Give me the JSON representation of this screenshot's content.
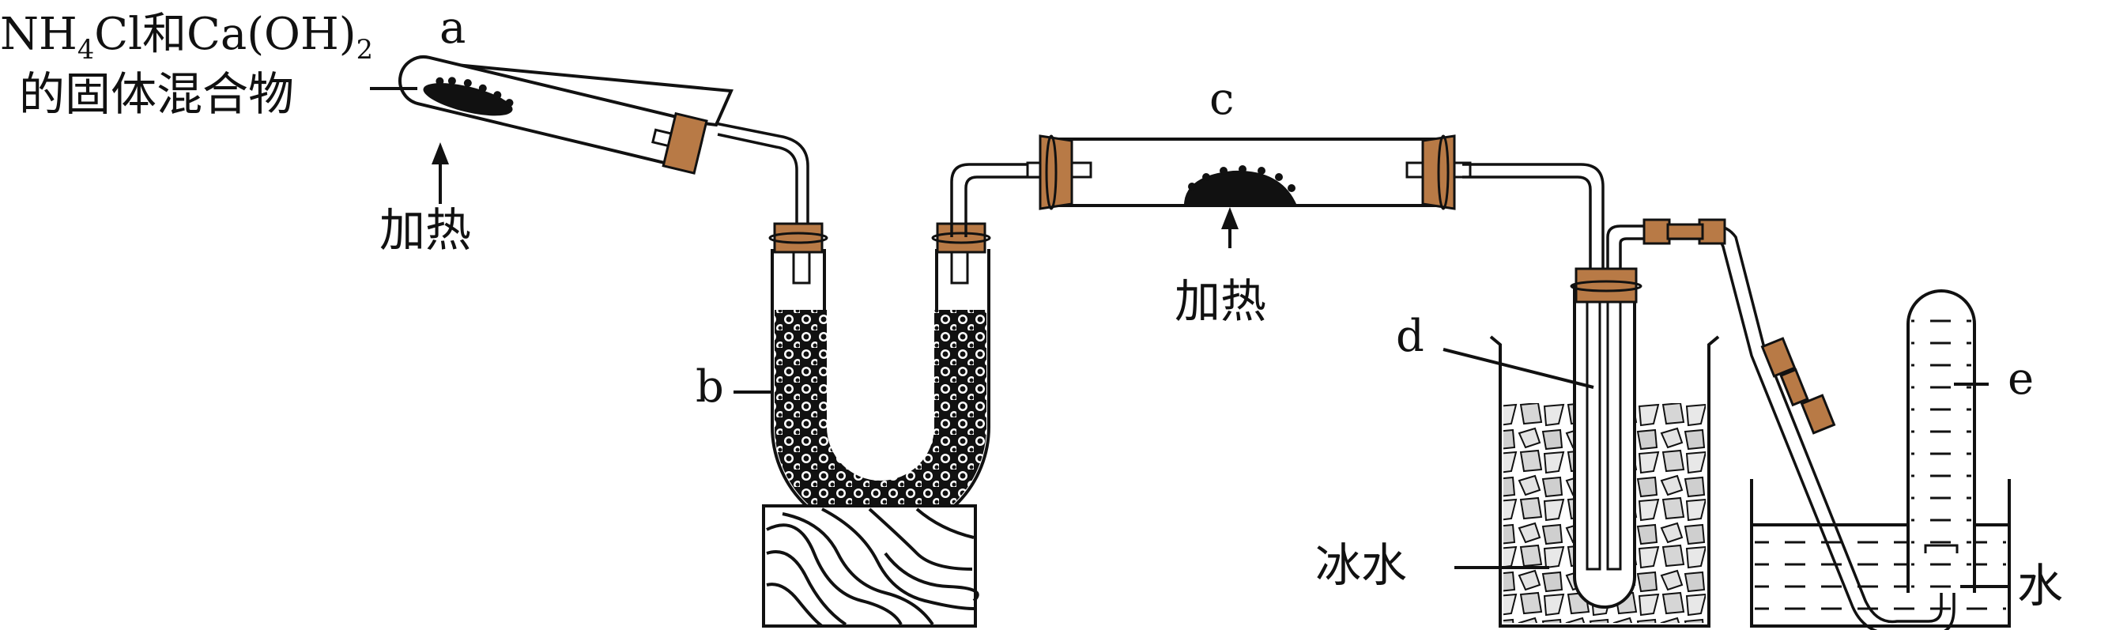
{
  "labels": {
    "a": "a",
    "b": "b",
    "c": "c",
    "d": "d",
    "e": "e",
    "reactant_formula": {
      "p1": "NH",
      "s1": "4",
      "p2": "Cl和Ca(OH)",
      "s2": "2"
    },
    "reactant_desc": "的固体混合物",
    "heat_a": "加热",
    "heat_c": "加热",
    "ice_water": "冰水",
    "water": "水"
  },
  "colors": {
    "stroke": "#111111",
    "stopper": "#b87a46",
    "ice": "#d9d9d9"
  }
}
